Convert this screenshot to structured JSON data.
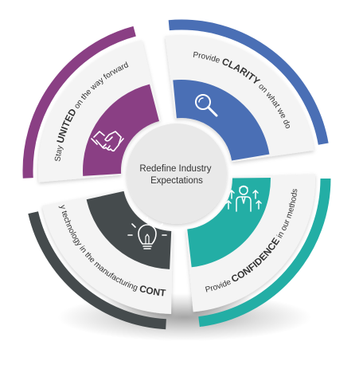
{
  "center": {
    "line1": "Redefine Industry",
    "line2": "Expectations"
  },
  "segments": [
    {
      "id": "clarity",
      "pre": "Provide ",
      "key": "CLARITY",
      "post": " on what we do",
      "color": "#4a6fb5",
      "icon": "magnifier-icon"
    },
    {
      "id": "confidence",
      "pre": "Provide ",
      "key": "CONFIDENCE",
      "post": " in our methods",
      "color": "#23aea5",
      "icon": "business-growth-icon"
    },
    {
      "id": "context",
      "pre": "Apply technology in the manufacturing ",
      "key": "CONTEXT",
      "post": "",
      "color": "#454b4d",
      "icon": "lightbulb-icon"
    },
    {
      "id": "united",
      "pre": "Stay ",
      "key": "UNITED",
      "post": " on the way forward",
      "color": "#8a3f84",
      "icon": "handshake-icon"
    }
  ],
  "colors": {
    "panel": "#f4f4f4",
    "center_fill": "#e9e9e9",
    "text": "#333333"
  }
}
